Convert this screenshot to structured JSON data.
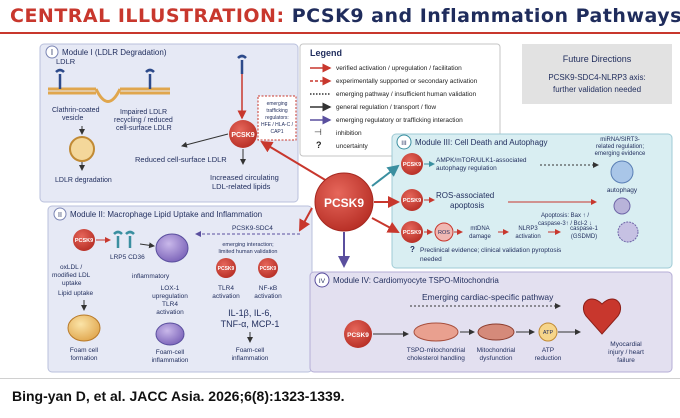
{
  "header": {
    "title_part1": "CENTRAL ILLUSTRATION:",
    "title_part2": "PCSK9 and Inflammation Pathways"
  },
  "citation": "Bing-yan D, et al. JACC Asia. 2026;6(8):1323-1339.",
  "legend": {
    "title": "Legend",
    "items": [
      "verified activation / upregulation / facilitation",
      "experimentally supported or secondary activation",
      "emerging pathway / insufficient human validation",
      "general regulation / transport / flow",
      "emerging regulatory or trafficking interaction",
      "inhibition",
      "uncertainty"
    ],
    "inhibition_symbol": "⊣",
    "uncertainty_symbol": "?"
  },
  "future": {
    "title": "Future Directions",
    "line1": "PCSK9-SDC4-NLRP3 axis:",
    "line2": "further validation needed"
  },
  "center": {
    "label": "PCSK9"
  },
  "module1": {
    "title": "Module I (LDLR Degradation)",
    "numeral": "I",
    "ldlr": "LDLR",
    "vesicle": [
      "Clathrin-coated",
      "vesicle"
    ],
    "degradation": "LDLR degradation",
    "impaired": [
      "Impaired LDLR",
      "recycling / reduced",
      "cell-surface LDLR"
    ],
    "pcsk9": "PCSK9",
    "reduced": "Reduced cell-surface LDLR",
    "increased": [
      "Increased circulating",
      "LDL-related lipids"
    ],
    "box": [
      "emerging",
      "trafficking",
      "regulators:",
      "HFE / HLA-C /",
      "CAP1"
    ]
  },
  "module2": {
    "title": "Module II: Macrophage Lipid Uptake and Inflammation",
    "numeral": "II",
    "pcsk9": "PCSK9",
    "oxldl": [
      "oxLDL /",
      "modified LDL",
      "uptake"
    ],
    "lipid_uptake": "Lipid uptake",
    "receptors": "LRP5 CD36",
    "inflammatory": "inflammatory",
    "lox": [
      "LOX-1",
      "upregulation",
      "TLR4",
      "activation"
    ],
    "sdc4": "PCSK9-SDC4",
    "emerging": [
      "emerging interaction;",
      "limited human validation"
    ],
    "tlr4_pcsk9": "PCSK9",
    "tlr4": [
      "TLR4",
      "activation"
    ],
    "nfkb_pcsk9": "PCSK9",
    "nfkb": [
      "NF-κB",
      "activation"
    ],
    "cytokines": [
      "IL-1β, IL-6,",
      "TNF-α, MCP-1"
    ],
    "foam_formation": [
      "Foam cell",
      "formation"
    ],
    "foam_inflam1": [
      "Foam-cell",
      "inflammation"
    ],
    "foam_inflam2": [
      "Foam-cell",
      "inflammation"
    ]
  },
  "module3": {
    "title": "Module III: Cell Death and Autophagy",
    "numeral": "III",
    "row1_pcsk9": "PCSK9",
    "ampk": [
      "AMPK/mTOR/ULK1-associated",
      "autophagy regulation"
    ],
    "mirna": [
      "miRNA/SIRT3-",
      "related regulation;",
      "emerging evidence"
    ],
    "autophagy": "autophagy",
    "row2_pcsk9": "PCSK9",
    "ros_apoptosis": [
      "ROS-associated",
      "apoptosis"
    ],
    "apoptosis_detail": [
      "Apoptosis: Bax ↑ /",
      "caspase-3↑ / Bcl-2 ↓"
    ],
    "row3_pcsk9": "PCSK9",
    "ros": "ROS",
    "mtdna": [
      "mtDNA",
      "damage"
    ],
    "nlrp3": [
      "NLRP3",
      "activation"
    ],
    "caspase": [
      "caspase-1",
      "(GSDMD)"
    ],
    "preclinical": [
      "Preclinical evidence; clinical validation pyroptosis",
      "needed"
    ]
  },
  "module4": {
    "title": "Module IV: Cardiomyocyte TSPO-Mitochondria",
    "numeral": "IV",
    "pathway": "Emerging cardiac-specific pathway",
    "pcsk9": "PCSK9",
    "tspo": [
      "TSPO-mitochondrial",
      "cholesterol handling"
    ],
    "mito": [
      "Mitochondrial",
      "dysfunction"
    ],
    "atp": "ATP",
    "atp_red": [
      "ATP",
      "reduction"
    ],
    "injury": [
      "Myocardial",
      "injury / heart",
      "failure"
    ]
  },
  "colors": {
    "red": "#c8372d",
    "navy": "#1f2c5c",
    "panel_blue": "#e6e9f5",
    "panel_teal": "#d9eef2",
    "panel_purple": "#e3e0f0",
    "future_gray": "#e2e2e2"
  }
}
